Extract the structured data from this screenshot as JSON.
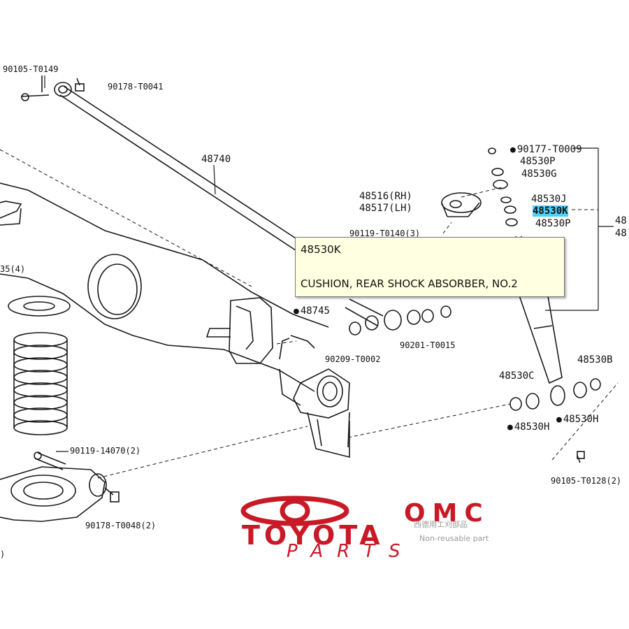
{
  "tooltip": {
    "part_number": "48530K",
    "description": "CUSHION, REAR SHOCK ABSORBER, NO.2"
  },
  "labels": {
    "p90105_T0149": "90105-T0149",
    "p90178_T0041": "90178-T0041",
    "p48740": "48740",
    "p90177_T0009": "90177-T0009",
    "p48530P_top": "48530P",
    "p48530G": "48530G",
    "p48516": "48516(RH)",
    "p48517": "48517(LH)",
    "p48530J": "48530J",
    "p48530K": "48530K",
    "p48530P_bottom": "48530P",
    "p90119_T0140": "90119-T0140(3)",
    "p48_a": "48",
    "p48_b": "48",
    "p35_4": "35(4)",
    "p48745": "48745",
    "p90209_T0002": "90209-T0002",
    "p90201_T0015": "90201-T0015",
    "p48530C": "48530C",
    "p48530B": "48530B",
    "p48530H_left": "48530H",
    "p48530H_right": "48530H",
    "p90119_14070": "90119-14070(2)",
    "p90105_T0128": "90105-T0128(2)",
    "p90178_T0048": "90178-T0048(2)",
    "p_edge": ")"
  },
  "watermark": {
    "brand_line1": "OMC",
    "brand_line2": "TOYOTA",
    "brand_line3": "PARTS",
    "note_jp": "西德用エ刈部品",
    "note_en": "Non-reusable part"
  },
  "colors": {
    "line": "#1a1a1a",
    "highlight": "#4fd0f5",
    "tooltip_bg": "#ffffe1",
    "logo_red": "#c81927"
  }
}
